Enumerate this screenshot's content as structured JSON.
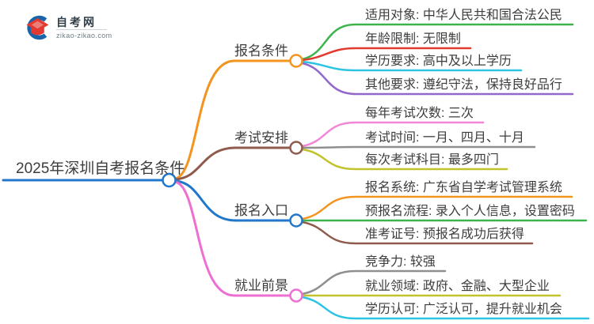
{
  "logo": {
    "title": "自考网",
    "domain": "zikao-zikao.com",
    "brand_blue": "#1a65aa",
    "brand_red": "#e23a30"
  },
  "mindmap": {
    "root": {
      "label": "2025年深圳自考报名条件",
      "color": "#2277cc"
    },
    "branches": [
      {
        "label": "报名条件",
        "color": "#f2941d",
        "children": [
          {
            "label": "适用对象: 中华人民共和国合法公民",
            "color": "#3cb44b"
          },
          {
            "label": "年龄限制: 无限制",
            "color": "#e23a30"
          },
          {
            "label": "学历要求: 高中及以上学历",
            "color": "#2bc4e2"
          },
          {
            "label": "其他要求: 遵纪守法，保持良好品行",
            "color": "#9268cb"
          }
        ]
      },
      {
        "label": "考试安排",
        "color": "#8f5b4d",
        "children": [
          {
            "label": "每年考试次数: 三次",
            "color": "#f287d5"
          },
          {
            "label": "考试时间: 一月、四月、十月",
            "color": "#8f8f8f"
          },
          {
            "label": "每次考试科目: 最多四门",
            "color": "#c2c22d"
          }
        ]
      },
      {
        "label": "报名入口",
        "color": "#2277cc",
        "children": [
          {
            "label": "报名系统: 广东省自学考试管理系统",
            "color": "#f2941d"
          },
          {
            "label": "预报名流程: 录入个人信息，设置密码",
            "color": "#3cb44b"
          },
          {
            "label": "准考证号: 预报名成功后获得",
            "color": "#8f5b4d"
          }
        ]
      },
      {
        "label": "就业前景",
        "color": "#ee6ed1",
        "children": [
          {
            "label": "竞争力: 较强",
            "color": "#8f8f8f"
          },
          {
            "label": "就业领域: 政府、金融、大型企业",
            "color": "#c2c22d"
          },
          {
            "label": "学历认可: 广泛认可，提升就业机会",
            "color": "#2bc4e2"
          }
        ]
      }
    ]
  }
}
